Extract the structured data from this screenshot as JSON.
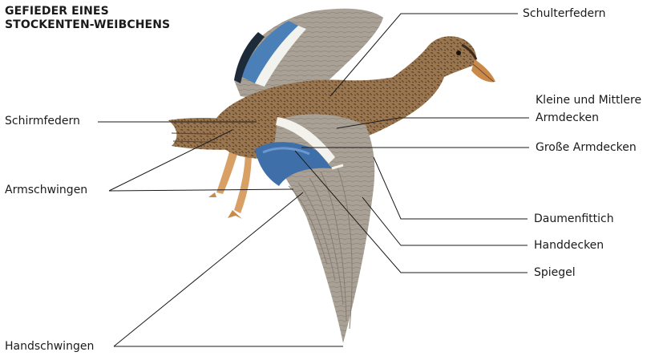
{
  "title": [
    "GEFIEDER EINES",
    "STOCKENTEN-WEIBCHENS"
  ],
  "labels": {
    "schulterfedern": "Schulterfedern",
    "kleine_mittlere_1": "Kleine und Mittlere",
    "kleine_mittlere_2": "Armdecken",
    "grosse_armdecken": "Große Armdecken",
    "schirmfedern": "Schirmfedern",
    "armschwingen": "Armschwingen",
    "daumenfittich": "Daumenfittich",
    "handdecken": "Handdecken",
    "spiegel": "Spiegel",
    "handschwingen": "Handschwingen"
  },
  "colors": {
    "line": "#1a1a1a",
    "text": "#1a1a1a",
    "feather_brown": "#8a6a46",
    "feather_dark": "#5b4127",
    "wing_grey": "#a39b8f",
    "speculum_blue": "#3f6fa8",
    "bill_orange": "#c8894a",
    "leg_orange": "#d9a066"
  }
}
